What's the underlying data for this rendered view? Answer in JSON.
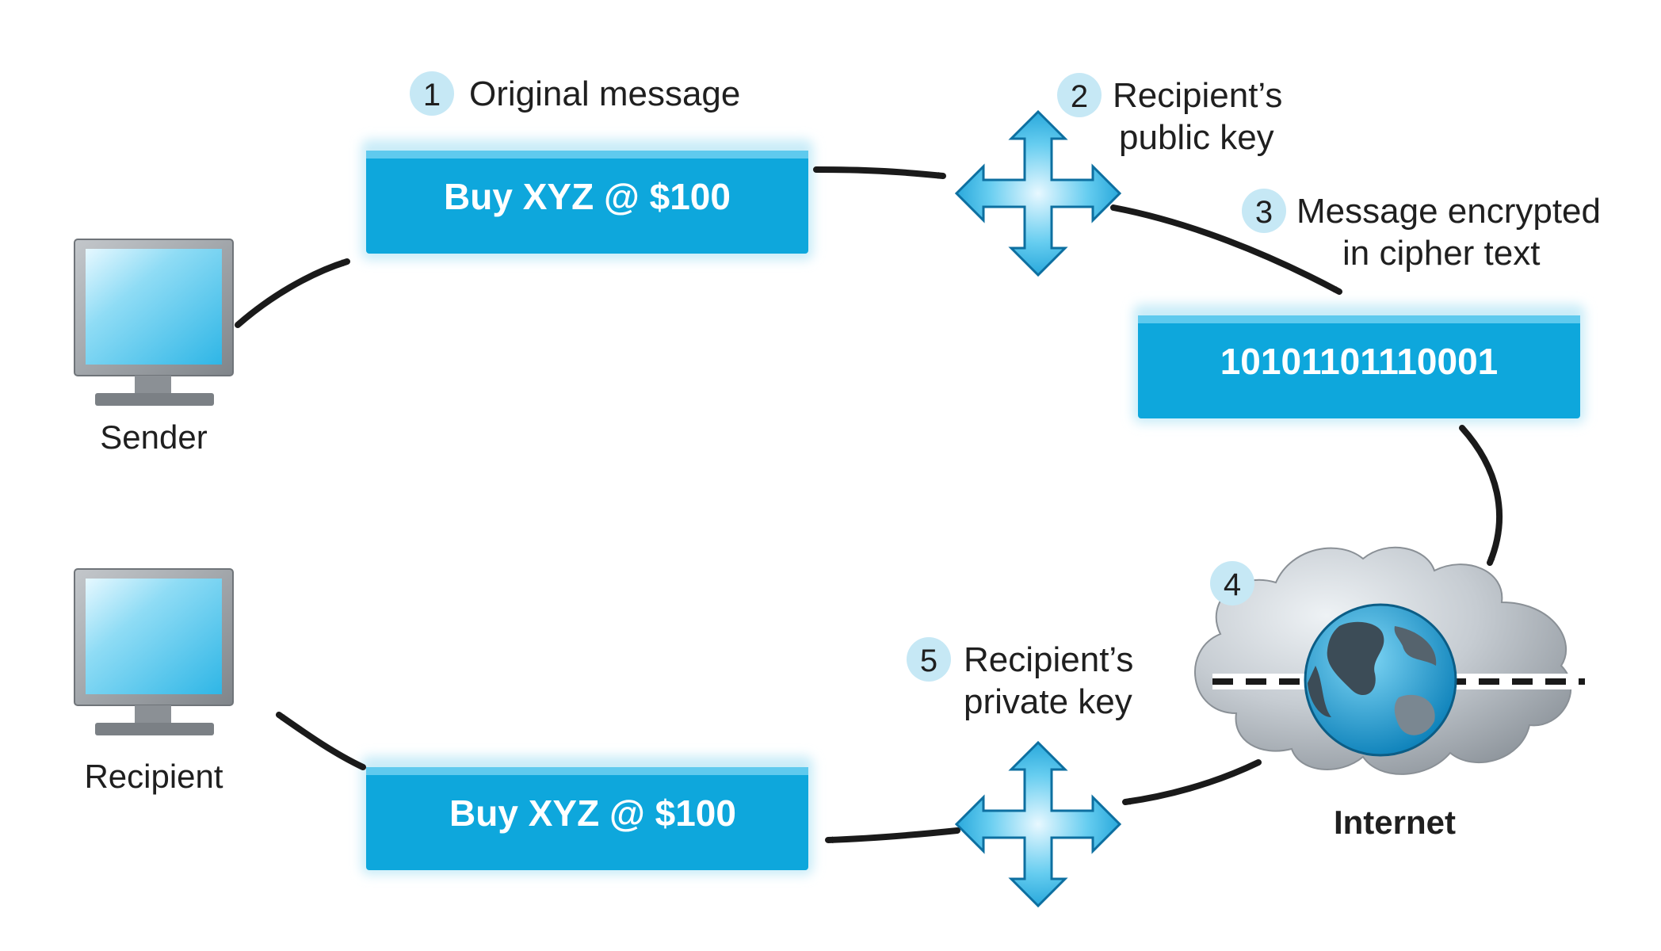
{
  "diagram": {
    "sender_label": "Sender",
    "recipient_label": "Recipient",
    "steps": [
      {
        "number": "1",
        "lines": [
          "Original message"
        ]
      },
      {
        "number": "2",
        "lines": [
          "Recipient’s",
          "public key"
        ]
      },
      {
        "number": "3",
        "lines": [
          "Message encrypted",
          "in cipher text"
        ]
      },
      {
        "number": "4",
        "lines": []
      },
      {
        "number": "5",
        "lines": [
          "Recipient’s",
          "private key"
        ]
      }
    ],
    "original_message": "Buy XYZ @ $100",
    "cipher_text": "10101101110001",
    "decrypted_message": "Buy XYZ @ $100",
    "internet_label": "Internet"
  },
  "colors": {
    "box_fill": "#0ea7dc",
    "box_glow": "#c9ecf8",
    "arrow": "#1a1a1a",
    "badge": "#c6e8f5",
    "cloud": "#b9bfc5",
    "monitor_frame": "#9a9ea3",
    "screen": "#6fcff0"
  },
  "icons": [
    "monitor-icon",
    "key-arrows-icon",
    "globe-icon",
    "cloud-icon"
  ]
}
